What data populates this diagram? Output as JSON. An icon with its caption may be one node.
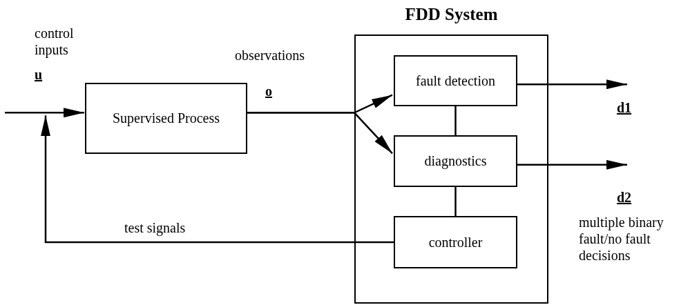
{
  "diagram": {
    "nodes": [
      {
        "text": [
          "FDD System"
        ]
      },
      {
        "text": [
          "Supervised Process"
        ]
      },
      {
        "text": [
          "fault detection"
        ],
        "in": 0
      },
      {
        "text": [
          "diagnostics"
        ],
        "in": 0
      },
      {
        "text": [
          "controller"
        ],
        "in": 0
      }
    ],
    "edges": [
      {
        "from": null,
        "to": 1,
        "arrow": "to",
        "label": "control inputs"
      },
      {
        "from": 4,
        "to": null,
        "arrow": "to",
        "label": "test signals"
      },
      {
        "from": 1,
        "to": 2,
        "arrow": "to",
        "label": "observations"
      },
      {
        "from": 1,
        "to": 3,
        "arrow": "to"
      },
      {
        "from": 2,
        "to": null,
        "arrow": "to"
      },
      {
        "from": 3,
        "to": null,
        "arrow": "to"
      },
      {
        "from": 2,
        "to": 3,
        "arrow": "none"
      },
      {
        "from": 3,
        "to": 4,
        "arrow": "none"
      }
    ],
    "labels": [
      "u",
      "o",
      "d1",
      "d2",
      "multiple binary fault/no fault decisions"
    ]
  }
}
